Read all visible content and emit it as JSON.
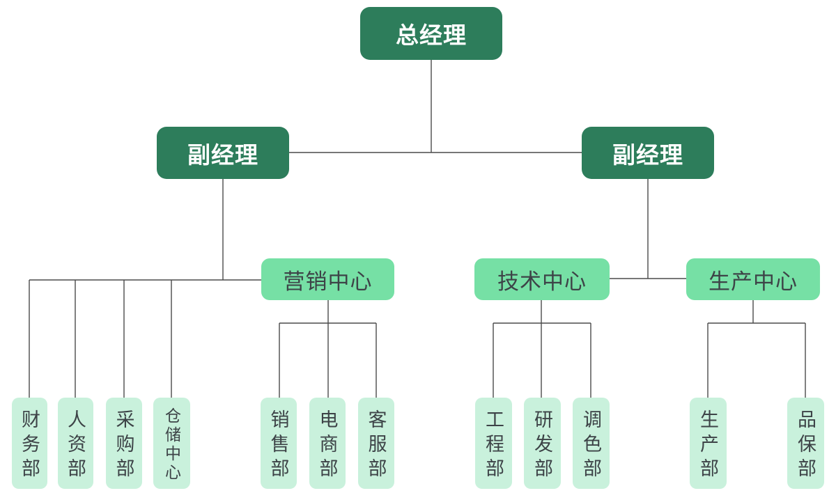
{
  "diagram": {
    "type": "org-chart",
    "colors": {
      "level1_bg": "#2d7d5b",
      "level1_text": "#ffffff",
      "level2_bg": "#76e0a5",
      "level2_text": "#3d4347",
      "level3_bg": "#c9f1dc",
      "level3_text": "#3d4347",
      "connector": "#4a4a4a",
      "background": "#ffffff"
    }
  },
  "org": {
    "root": {
      "label": "总经理",
      "children": [
        {
          "label": "副经理",
          "children": [
            {
              "label": "财务部"
            },
            {
              "label": "人资部"
            },
            {
              "label": "采购部"
            },
            {
              "label": "仓储中心"
            },
            {
              "label": "营销中心",
              "children": [
                {
                  "label": "销售部"
                },
                {
                  "label": "电商部"
                },
                {
                  "label": "客服部"
                }
              ]
            }
          ]
        },
        {
          "label": "副经理",
          "children": [
            {
              "label": "技术中心",
              "children": [
                {
                  "label": "工程部"
                },
                {
                  "label": "研发部"
                },
                {
                  "label": "调色部"
                }
              ]
            },
            {
              "label": "生产中心",
              "children": [
                {
                  "label": "生产部"
                },
                {
                  "label": "品保部"
                }
              ]
            }
          ]
        }
      ]
    }
  }
}
